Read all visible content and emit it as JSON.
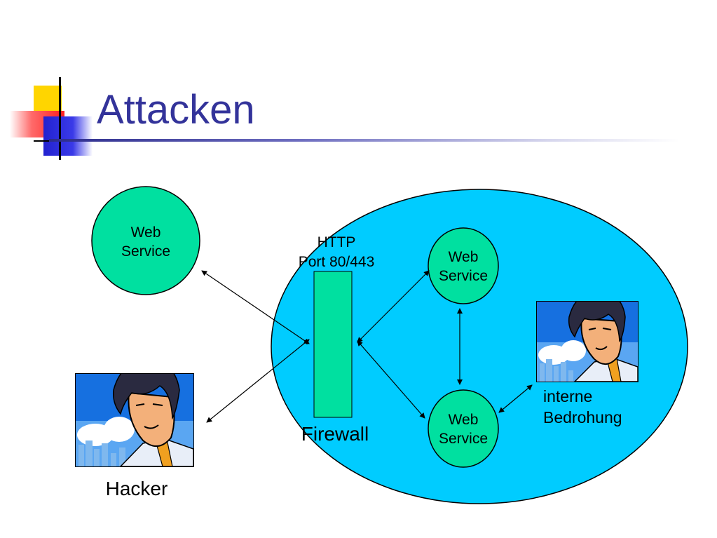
{
  "slide": {
    "title": "Attacken"
  },
  "diagram": {
    "external_service": {
      "line1": "Web",
      "line2": "Service"
    },
    "internal_service_top": {
      "line1": "Web",
      "line2": "Service"
    },
    "internal_service_bottom": {
      "line1": "Web",
      "line2": "Service"
    },
    "firewall": {
      "protocol": "HTTP",
      "port": "Port 80/443",
      "label": "Firewall"
    },
    "hacker": {
      "label": "Hacker"
    },
    "internal_threat": {
      "line1": "interne",
      "line2": "Bedrohung"
    }
  },
  "colors": {
    "title": "#33339a",
    "network": "#00ccff",
    "service": "#00e0a0",
    "firewall": "#00e0a0"
  }
}
